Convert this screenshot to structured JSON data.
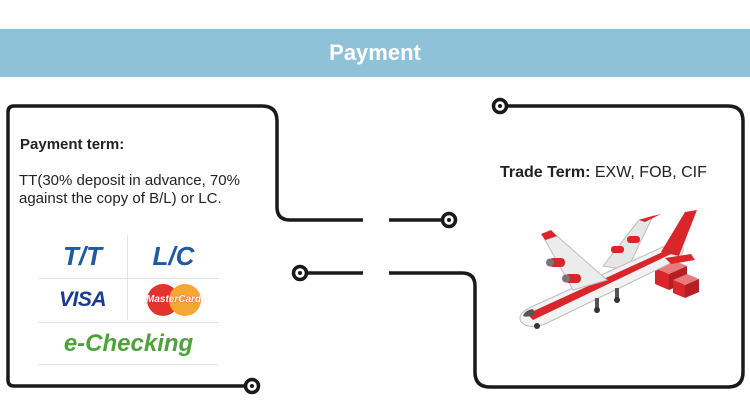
{
  "header": {
    "title": "Payment",
    "background": "#8fc1d8"
  },
  "payment": {
    "label": "Payment term:",
    "description": "TT(30% deposit in advance, 70% against the copy of B/L) or LC.",
    "logos": {
      "tt": "T/T",
      "lc": "L/C",
      "visa": "VISA",
      "mastercard": "MasterCard",
      "echecking": "e-Checking"
    }
  },
  "trade": {
    "label": "Trade Term:",
    "value": " EXW, FOB, CIF"
  },
  "icons": [
    "airplane-icon",
    "cargo-boxes-icon",
    "mastercard-logo-icon"
  ],
  "colors": {
    "line": "#1a1a1a",
    "plane_red": "#d8262b",
    "plane_body": "#f2f2f2"
  }
}
